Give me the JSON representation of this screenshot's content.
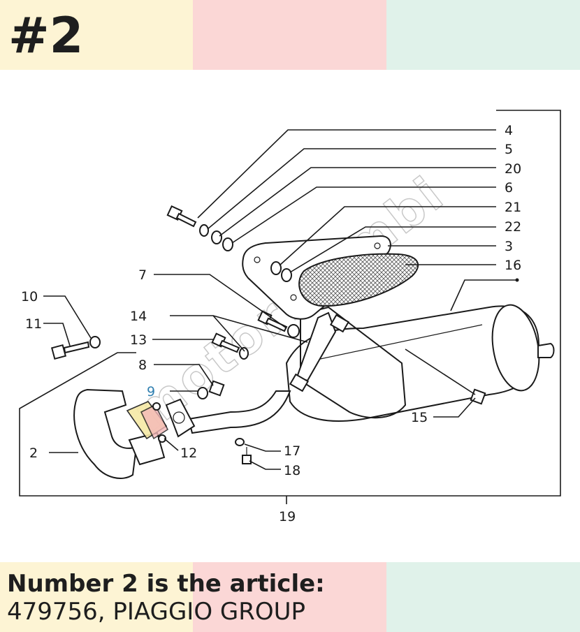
{
  "badge": "#2",
  "caption": {
    "title": "Number 2 is the article:",
    "text": "479756, PIAGGIO GROUP"
  },
  "watermark": "motoricambi",
  "callouts": [
    "4",
    "5",
    "20",
    "6",
    "21",
    "22",
    "3",
    "16",
    "7",
    "14",
    "13",
    "8",
    "9",
    "10",
    "11",
    "2",
    "12",
    "15",
    "17",
    "18",
    "19"
  ],
  "colors": {
    "band_yellow": "#fdf4d4",
    "band_pink": "#fbd7d6",
    "band_green": "#e0f2ea",
    "highlight_blue": "#2f7fb0"
  }
}
